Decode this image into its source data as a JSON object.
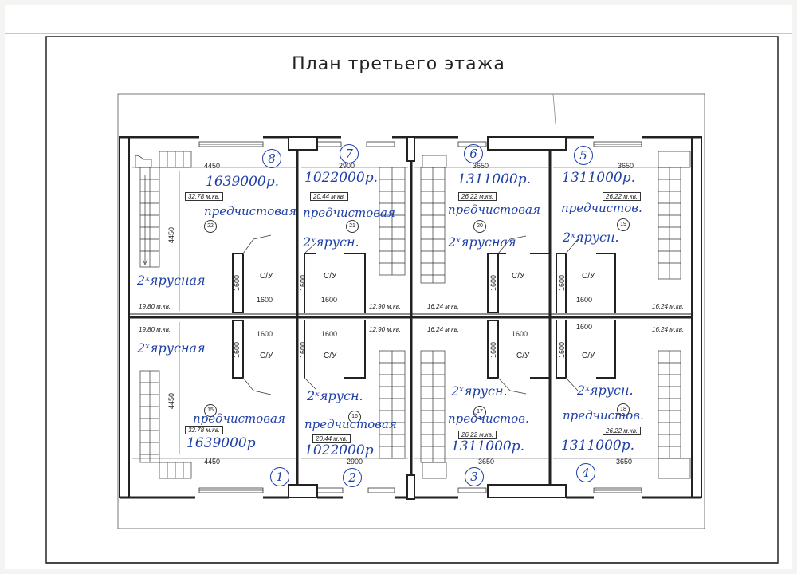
{
  "title": "План третьего этажа",
  "dimensions": {
    "d4450": "4450",
    "d2900": "2900",
    "d3650": "3650",
    "d1600": "1600"
  },
  "bathroom_label": "С/У",
  "areas": {
    "a3278": "32.78 м.кв.",
    "a2044": "20.44 м.кв.",
    "a2622": "26.22 м.кв.",
    "a1980": "19.80 м.кв.",
    "a1290": "12.90 м.кв.",
    "a1624": "16.24 м.кв."
  },
  "room_numbers": {
    "r15": "15",
    "r16": "16",
    "r17": "17",
    "r18": "18",
    "r19": "19",
    "r20": "20",
    "r21": "21",
    "r22": "22"
  },
  "handwritten": {
    "unit_numbers": {
      "u1": "1",
      "u2": "2",
      "u3": "3",
      "u4": "4",
      "u5": "5",
      "u6": "6",
      "u7": "7",
      "u8": "8"
    },
    "top": {
      "unit8_price": "1639000р.",
      "unit7_price": "1022000р.",
      "unit6_price": "1311000р.",
      "unit5_price": "1311000р.",
      "unit8_finish": "предчистовая",
      "unit7_finish": "предчистовая",
      "unit6_finish": "предчистовая",
      "unit5_finish": "предчистов.",
      "unit8_tier": "2ˣярусная",
      "unit7_tier": "2ˣярусн.",
      "unit6_tier": "2ˣярусная",
      "unit5_tier": "2ˣярусн."
    },
    "bottom": {
      "unit1_tier": "2ˣярусная",
      "unit2_tier": "2ˣярусн.",
      "unit3_tier": "2ˣярусн.",
      "unit4_tier": "2ˣярусн.",
      "unit1_finish": "предчистовая",
      "unit2_finish": "предчистовая",
      "unit3_finish": "предчистов.",
      "unit4_finish": "предчистов.",
      "unit1_price": "1639000р",
      "unit2_price": "1022000р",
      "unit3_price": "1311000р.",
      "unit4_price": "1311000р."
    }
  },
  "colors": {
    "ink": "#1e3fa8",
    "line": "#222222",
    "paper": "#ffffff"
  }
}
